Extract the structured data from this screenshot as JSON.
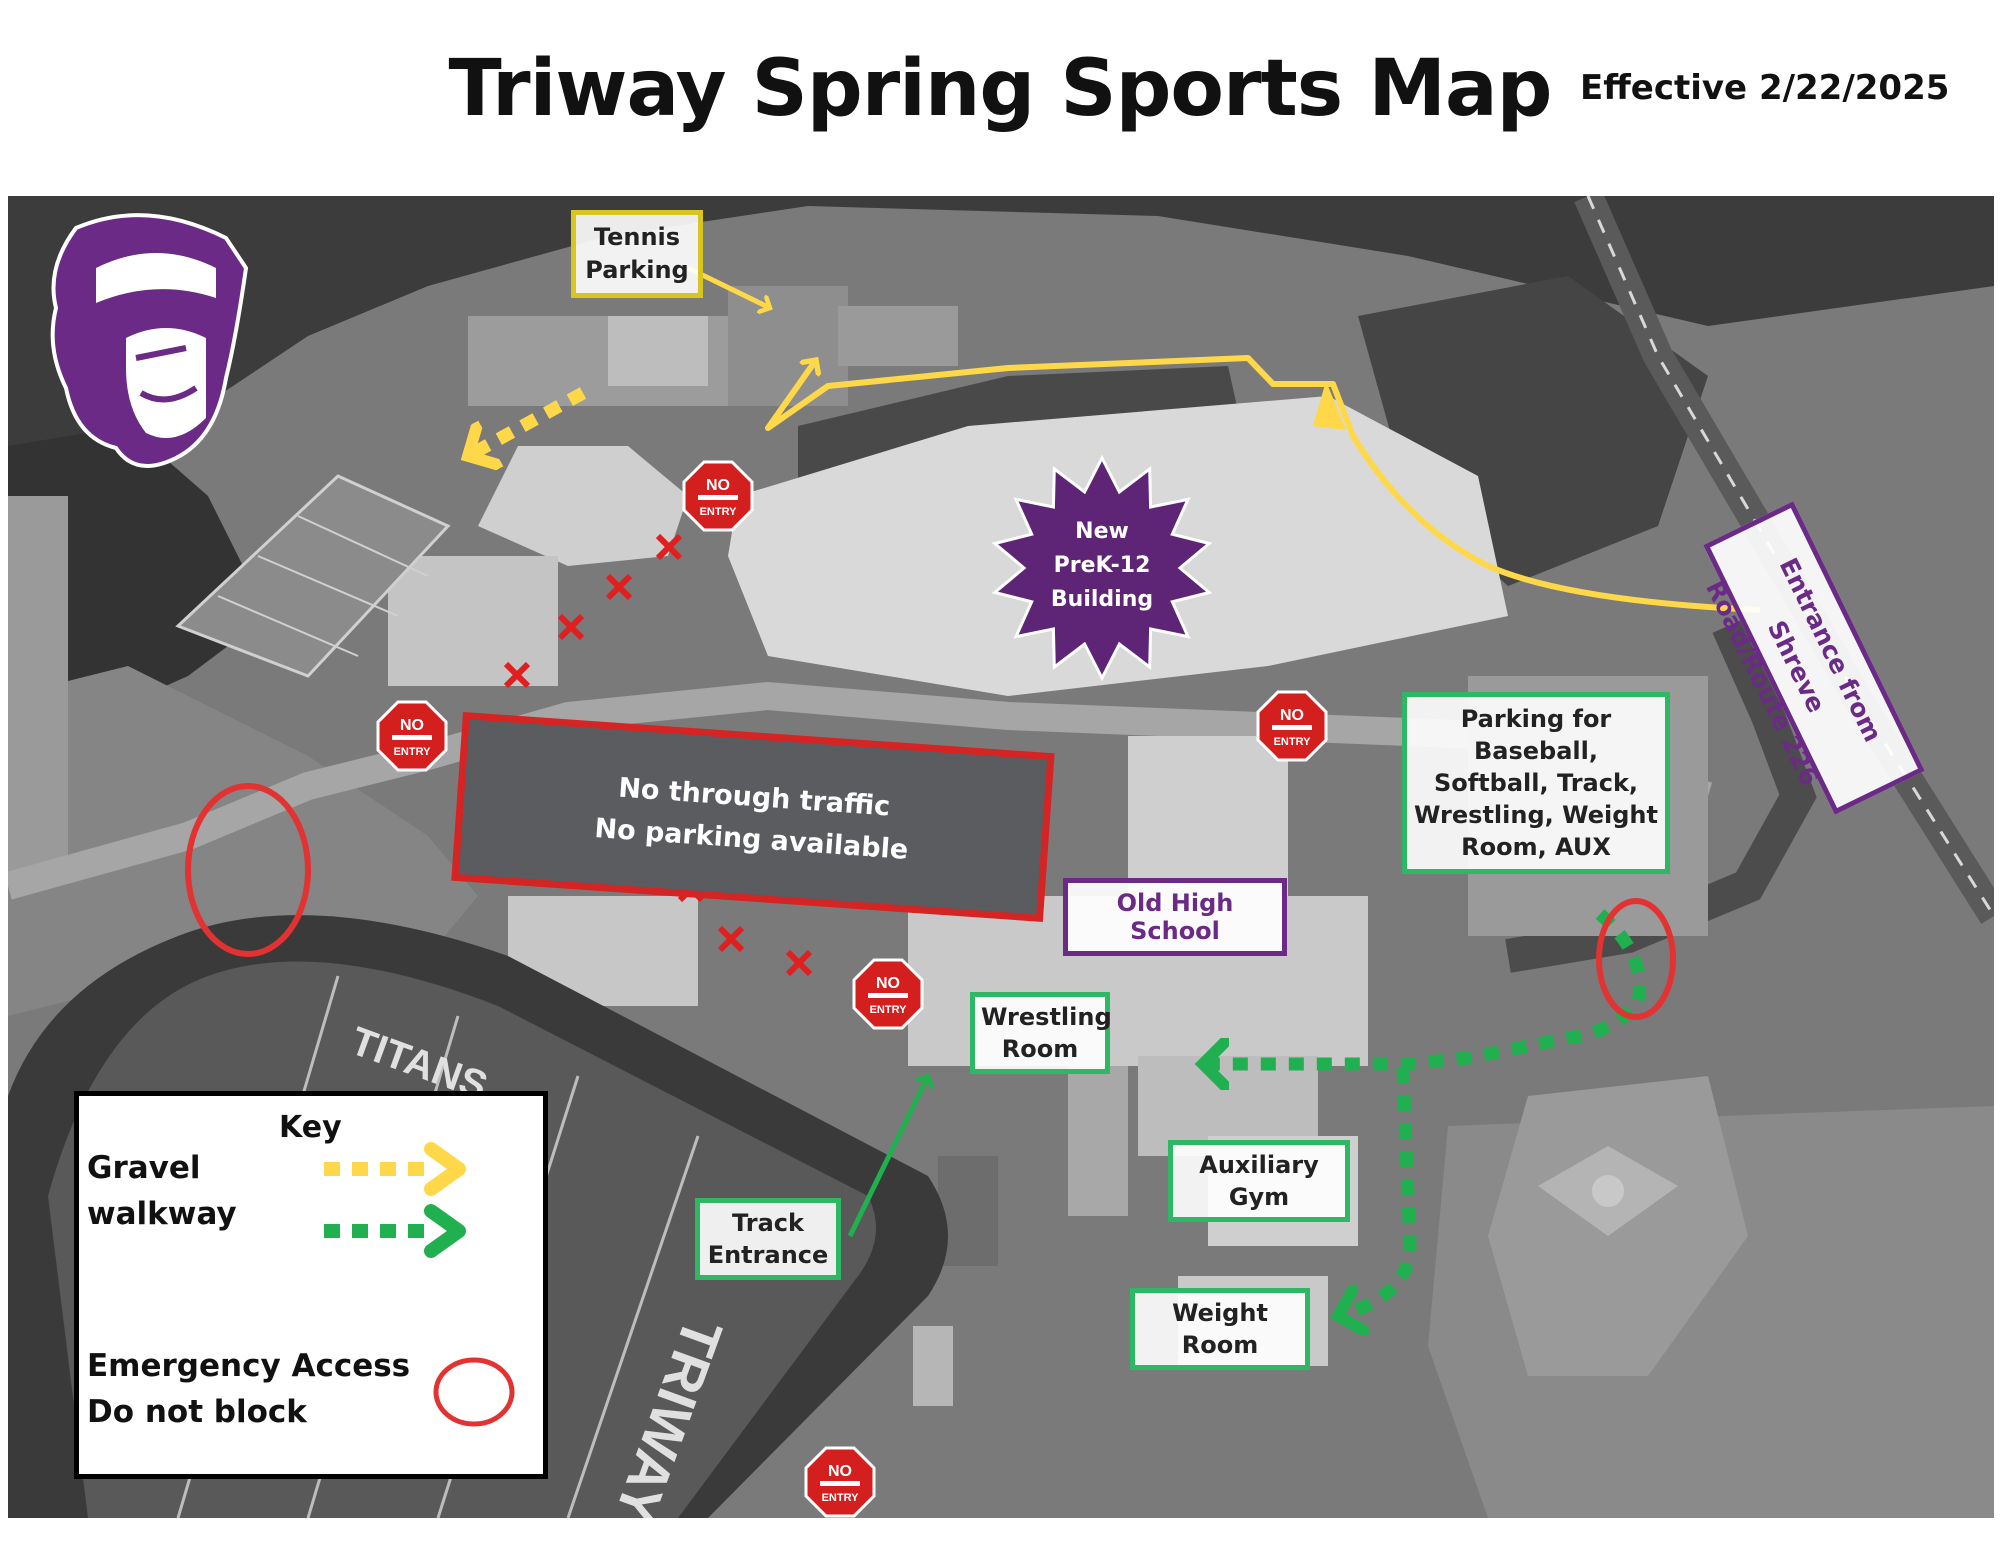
{
  "title": "Triway Spring Sports Map",
  "effective": "Effective 2/22/2025",
  "labels": {
    "tennis_parking": [
      "Tennis",
      "Parking"
    ],
    "new_building": [
      "New",
      "PreK-12",
      "Building"
    ],
    "no_traffic": [
      "No through traffic",
      "No parking available"
    ],
    "parking_baseball": [
      "Parking for Baseball,",
      "Softball, Track,",
      "Wrestling, Weight",
      "Room, AUX"
    ],
    "entrance": [
      "Entrance from Shreve",
      "Road/Route 226"
    ],
    "old_high_school": "Old High School",
    "wrestling_room": [
      "Wrestling",
      "Room"
    ],
    "track_entrance": [
      "Track",
      "Entrance"
    ],
    "auxiliary_gym": "Auxiliary Gym",
    "weight_room": "Weight Room",
    "field_text_top": "TITANS",
    "field_text_side": "TRIWAY"
  },
  "no_entry": {
    "top": "NO",
    "bottom": "ENTRY"
  },
  "key": {
    "title": "Key",
    "gravel_line1": "Gravel",
    "gravel_line2": "walkway",
    "emergency_line1": "Emergency Access",
    "emergency_line2": "Do not block"
  },
  "colors": {
    "gravel_walkway": "#ffd84a",
    "walkway": "#21b04f",
    "emergency": "#e23232",
    "no_parking_box": "#5a5c60",
    "purple": "#6a2a86",
    "label_green": "#2fb863",
    "label_yellow": "#d9c51f"
  },
  "icons": [
    "titan-mascot-logo",
    "no-entry-sign",
    "red-x-marker",
    "arrow-icon"
  ]
}
